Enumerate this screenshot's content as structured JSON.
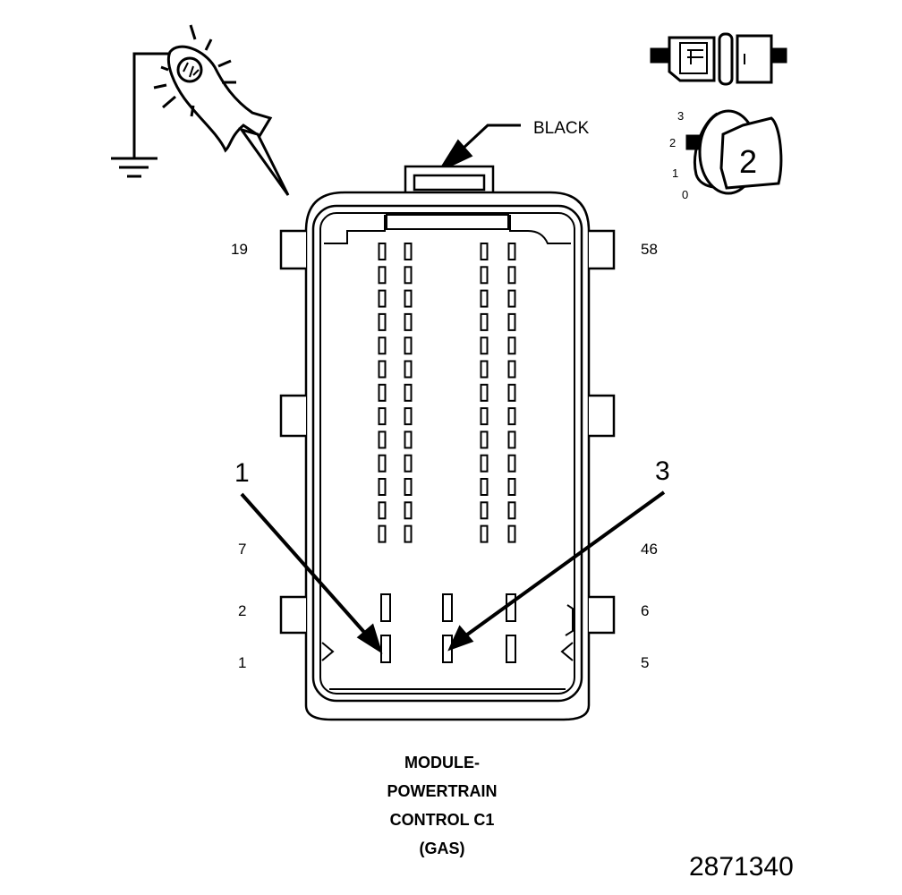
{
  "connector": {
    "color_label": "BLACK",
    "pin_labels": {
      "left_top": "19",
      "left_mid": "7",
      "left_lower": "2",
      "left_bottom": "1",
      "right_top": "58",
      "right_mid": "46",
      "right_lower": "6",
      "right_bottom": "5"
    },
    "callouts": {
      "arrow_left": "1",
      "arrow_right": "3"
    },
    "title_lines": [
      "MODULE-",
      "POWERTRAIN",
      "CONTROL C1",
      "(GAS)"
    ]
  },
  "terminal_test": {
    "position_labels": [
      "3",
      "2",
      "1",
      "0"
    ],
    "key_label": "2"
  },
  "figure_number": "2871340",
  "colors": {
    "ink": "#000000",
    "background": "#ffffff",
    "fill": "#ffffff"
  }
}
